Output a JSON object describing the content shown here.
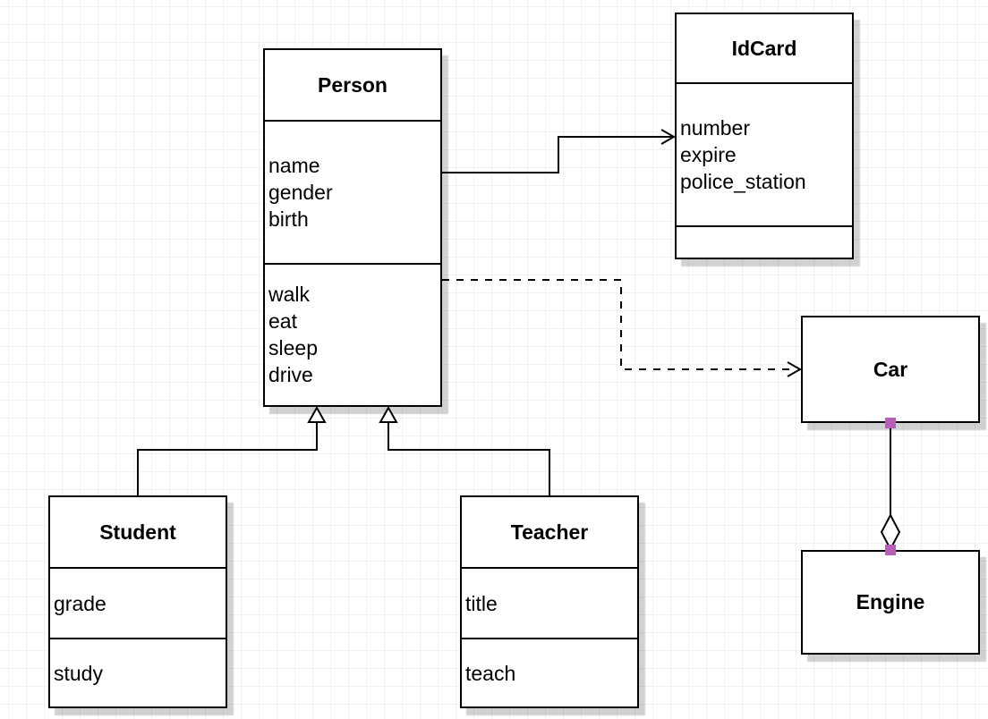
{
  "diagram": {
    "type": "uml-class-diagram",
    "classes": [
      {
        "id": "person",
        "name": "Person",
        "attributes": [
          "name",
          "gender",
          "birth"
        ],
        "methods": [
          "walk",
          "eat",
          "sleep",
          "drive"
        ]
      },
      {
        "id": "idcard",
        "name": "IdCard",
        "attributes": [
          "number",
          "expire",
          "police_station"
        ],
        "methods": []
      },
      {
        "id": "car",
        "name": "Car",
        "attributes": [],
        "methods": []
      },
      {
        "id": "engine",
        "name": "Engine",
        "attributes": [],
        "methods": []
      },
      {
        "id": "student",
        "name": "Student",
        "attributes": [
          "grade"
        ],
        "methods": [
          "study"
        ]
      },
      {
        "id": "teacher",
        "name": "Teacher",
        "attributes": [
          "title"
        ],
        "methods": [
          "teach"
        ]
      }
    ],
    "relationships": [
      {
        "type": "association",
        "from": "Person",
        "to": "IdCard",
        "line": "solid",
        "arrow": "open"
      },
      {
        "type": "dependency",
        "from": "Person",
        "to": "Car",
        "line": "dashed",
        "arrow": "open"
      },
      {
        "type": "inheritance",
        "from": "Student",
        "to": "Person",
        "line": "solid",
        "arrow": "hollow-triangle"
      },
      {
        "type": "inheritance",
        "from": "Teacher",
        "to": "Person",
        "line": "solid",
        "arrow": "hollow-triangle"
      },
      {
        "type": "aggregation",
        "from": "Car",
        "to": "Engine",
        "line": "solid",
        "arrow": "hollow-diamond",
        "endpoints": "fixed-connection-points"
      }
    ],
    "colors": {
      "box_fill": "#ffffff",
      "box_border": "#000000",
      "shadow": "#d2d2d2",
      "grid_line": "#f1f1f4",
      "background": "#ffffff",
      "connection_point": "#b75fb7"
    }
  }
}
